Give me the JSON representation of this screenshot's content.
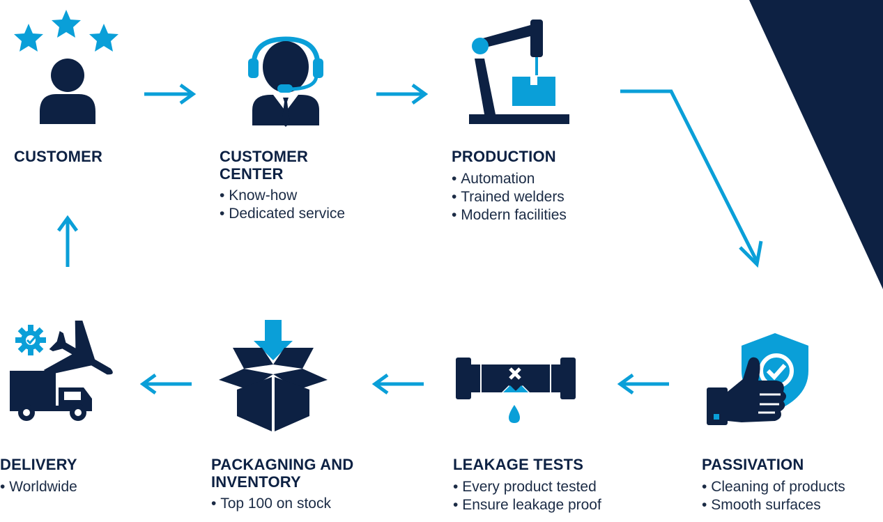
{
  "colors": {
    "navy": "#0d2143",
    "accent": "#0a9fd8",
    "background": "#ffffff"
  },
  "steps": [
    {
      "id": "customer",
      "title": [
        "CUSTOMER"
      ],
      "bullets": [],
      "icon": "customer-rating-icon"
    },
    {
      "id": "customer-center",
      "title": [
        "CUSTOMER",
        "CENTER"
      ],
      "bullets": [
        "Know-how",
        "Dedicated service"
      ],
      "icon": "headset-agent-icon"
    },
    {
      "id": "production",
      "title": [
        "PRODUCTION"
      ],
      "bullets": [
        "Automation",
        "Trained welders",
        "Modern facilities"
      ],
      "icon": "robot-arm-icon"
    },
    {
      "id": "passivation",
      "title": [
        "PASSIVATION"
      ],
      "bullets": [
        "Cleaning of products",
        "Smooth surfaces"
      ],
      "icon": "thumbs-up-shield-icon"
    },
    {
      "id": "leakage-tests",
      "title": [
        "LEAKAGE TESTS"
      ],
      "bullets": [
        "Every product tested",
        "Ensure leakage proof"
      ],
      "icon": "pipe-leak-icon"
    },
    {
      "id": "packaging",
      "title": [
        "PACKAGNING AND",
        "INVENTORY"
      ],
      "bullets": [
        "Top 100 on stock"
      ],
      "icon": "open-box-icon"
    },
    {
      "id": "delivery",
      "title": [
        "DELIVERY"
      ],
      "bullets": [
        "Worldwide"
      ],
      "icon": "truck-plane-icon"
    }
  ]
}
